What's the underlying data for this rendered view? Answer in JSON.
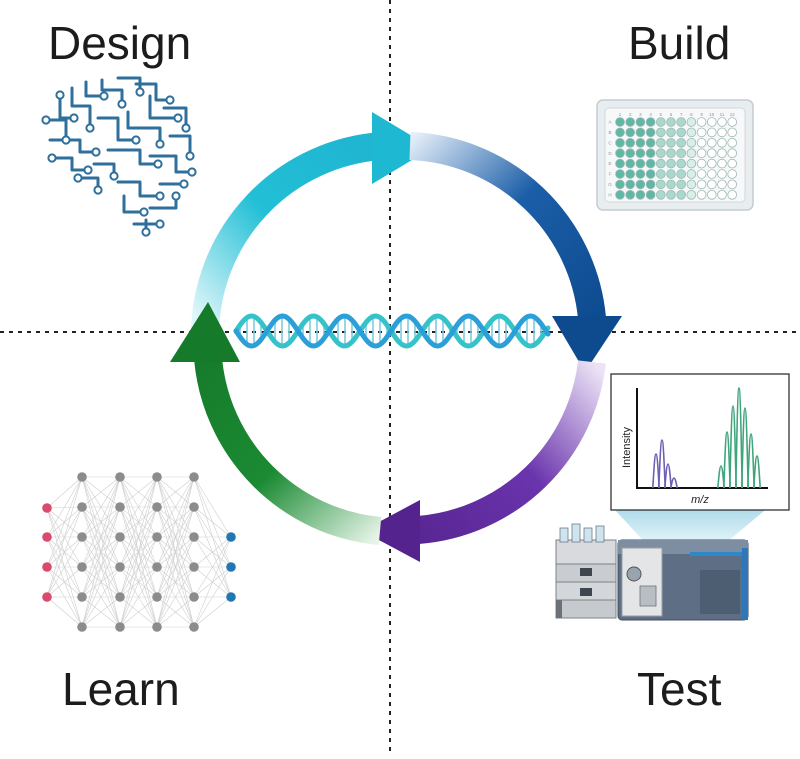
{
  "stages": {
    "design": "Design",
    "build": "Build",
    "learn": "Learn",
    "test": "Test"
  },
  "chromatogram": {
    "y_label": "Intensity",
    "x_label": "m/z"
  },
  "plate": {
    "col_numbers": [
      "1",
      "2",
      "3",
      "4",
      "5",
      "6",
      "7",
      "8",
      "9",
      "10",
      "11",
      "12"
    ],
    "row_letters": [
      "A",
      "B",
      "C",
      "D",
      "E",
      "F",
      "G",
      "H"
    ]
  },
  "colors": {
    "design_arrow": "#22bfd6",
    "build_arrow": "#0d4a8e",
    "test_arrow": "#5b2a99",
    "learn_arrow": "#157a2a",
    "dna_strand_a": "#2b9fd8",
    "dna_strand_b": "#36c2c9",
    "plate_fill": "#5fb8a6",
    "neuron_input": "#d94a6e",
    "neuron_hidden": "#8c8c8c",
    "neuron_output": "#1f78b4"
  }
}
